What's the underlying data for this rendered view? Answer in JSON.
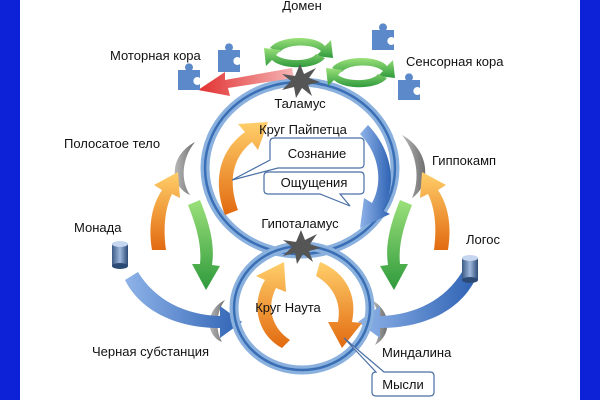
{
  "labels": {
    "domain": "Домен",
    "motor_cortex": "Моторная кора",
    "sensory_cortex": "Сенсорная кора",
    "thalamus": "Таламус",
    "papez_circle": "Круг Пайпетца",
    "consciousness": "Сознание",
    "sensations": "Ощущения",
    "striatum": "Полосатое тело",
    "hippocampus": "Гиппокамп",
    "hypothalamus": "Гипоталамус",
    "monad": "Монада",
    "logos": "Логос",
    "nauta_circle": "Круг Наута",
    "substantia_nigra": "Черная субстанция",
    "amygdala": "Миндалина",
    "thoughts": "Мысли"
  },
  "icons": {
    "puzzle": "puzzle-piece-icon",
    "cylinder": "cylinder-icon",
    "cycle": "recycle-arrows-icon",
    "star": "burst-star-icon"
  },
  "colors": {
    "background_border": "#0d22d6",
    "ring_outer": "#8ab0de",
    "ring_inner": "#3a6fb5",
    "green": "#3fae49",
    "orange": "#f08a1c",
    "blue_arrow": "#3d74c4",
    "red_arrow": "#d23b3b",
    "puzzle": "#5b89c9",
    "grey_crescent": "#8a8a8a",
    "callout_border": "#4a6fa5"
  }
}
